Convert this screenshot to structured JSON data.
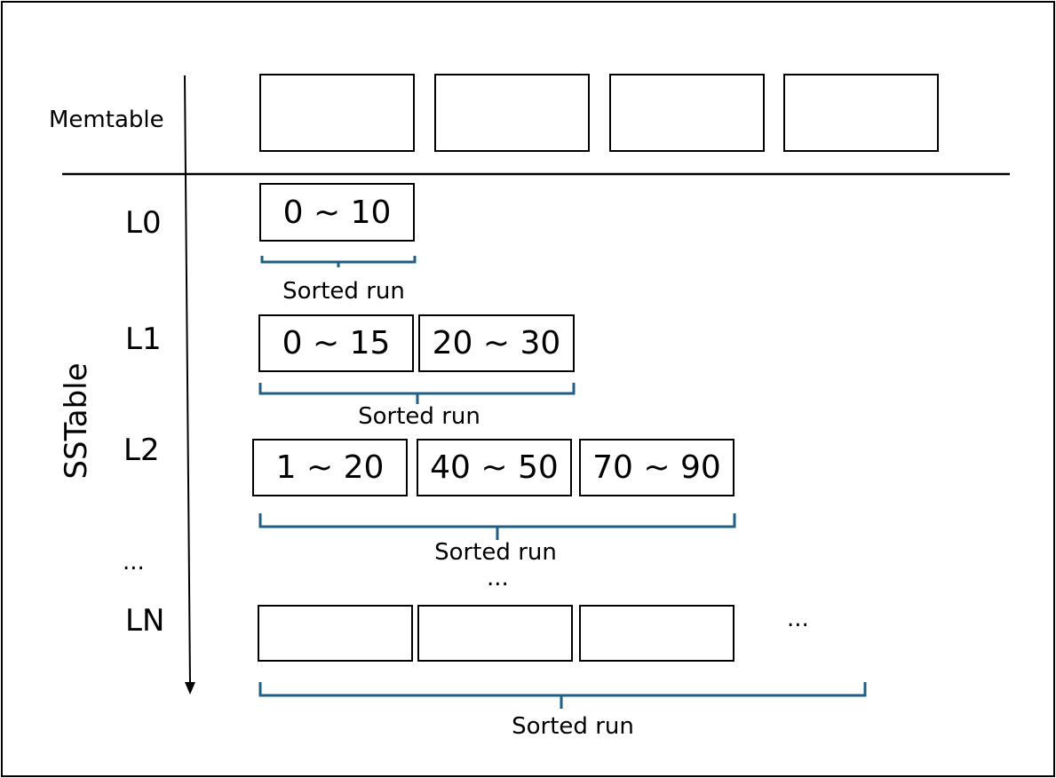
{
  "memtable": {
    "label": "Memtable",
    "blocks": [
      "",
      "",
      "",
      ""
    ]
  },
  "sstable": {
    "label": "SSTable"
  },
  "levels": {
    "l0": {
      "label": "L0",
      "blocks": [
        "0 ~ 10"
      ],
      "run_label": "Sorted run"
    },
    "l1": {
      "label": "L1",
      "blocks": [
        "0 ~ 15",
        "20 ~ 30"
      ],
      "run_label": "Sorted run"
    },
    "l2": {
      "label": "L2",
      "blocks": [
        "1 ~ 20",
        "40 ~ 50",
        "70 ~ 90"
      ],
      "run_label": "Sorted run"
    },
    "ln": {
      "label": "LN",
      "blocks": [
        "",
        "",
        ""
      ],
      "run_label": "Sorted run"
    }
  },
  "ellipsis": {
    "levels_gap": "...",
    "center_gap": "...",
    "ln_more": "..."
  },
  "colors": {
    "bracket": "#1f5f85",
    "line": "#000000"
  }
}
